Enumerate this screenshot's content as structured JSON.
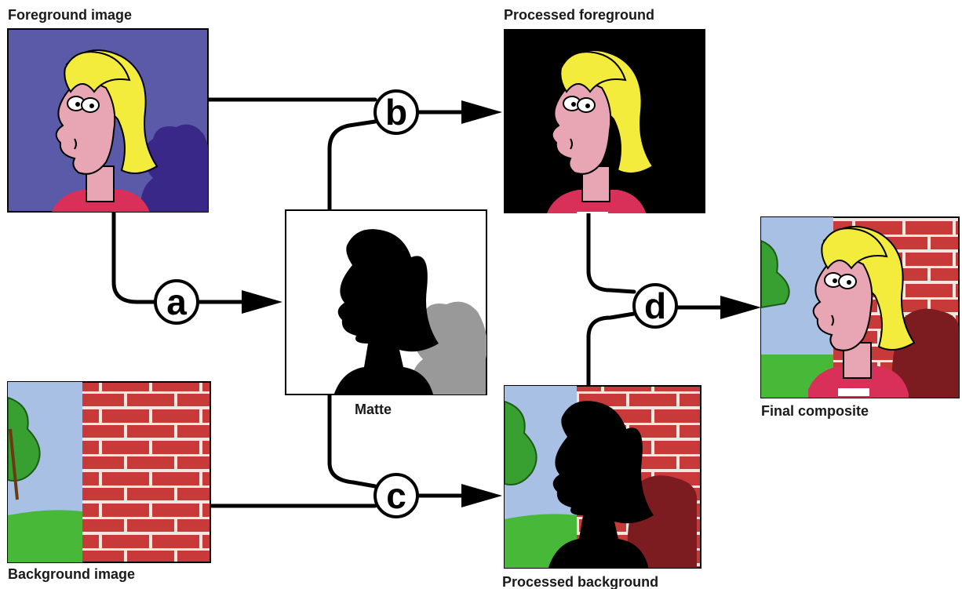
{
  "labels": {
    "foreground": "Foreground image",
    "processed_foreground": "Processed foreground",
    "matte": "Matte",
    "final": "Final composite",
    "background": "Background image",
    "processed_background": "Processed background"
  },
  "nodes": {
    "a": "a",
    "b": "b",
    "c": "c",
    "d": "d"
  },
  "colors": {
    "fg_backdrop": "#5a5aa8",
    "fg_shadow": "#3a2888",
    "hair": "#f4ec3c",
    "skin": "#e8a6b4",
    "shirt": "#d83058",
    "sky": "#a8c0e4",
    "grass": "#48b838",
    "brick": "#c83a3a",
    "brick_dark": "#7c1c20",
    "tree": "#38a030",
    "matte_grey": "#999999",
    "line": "#000000"
  }
}
